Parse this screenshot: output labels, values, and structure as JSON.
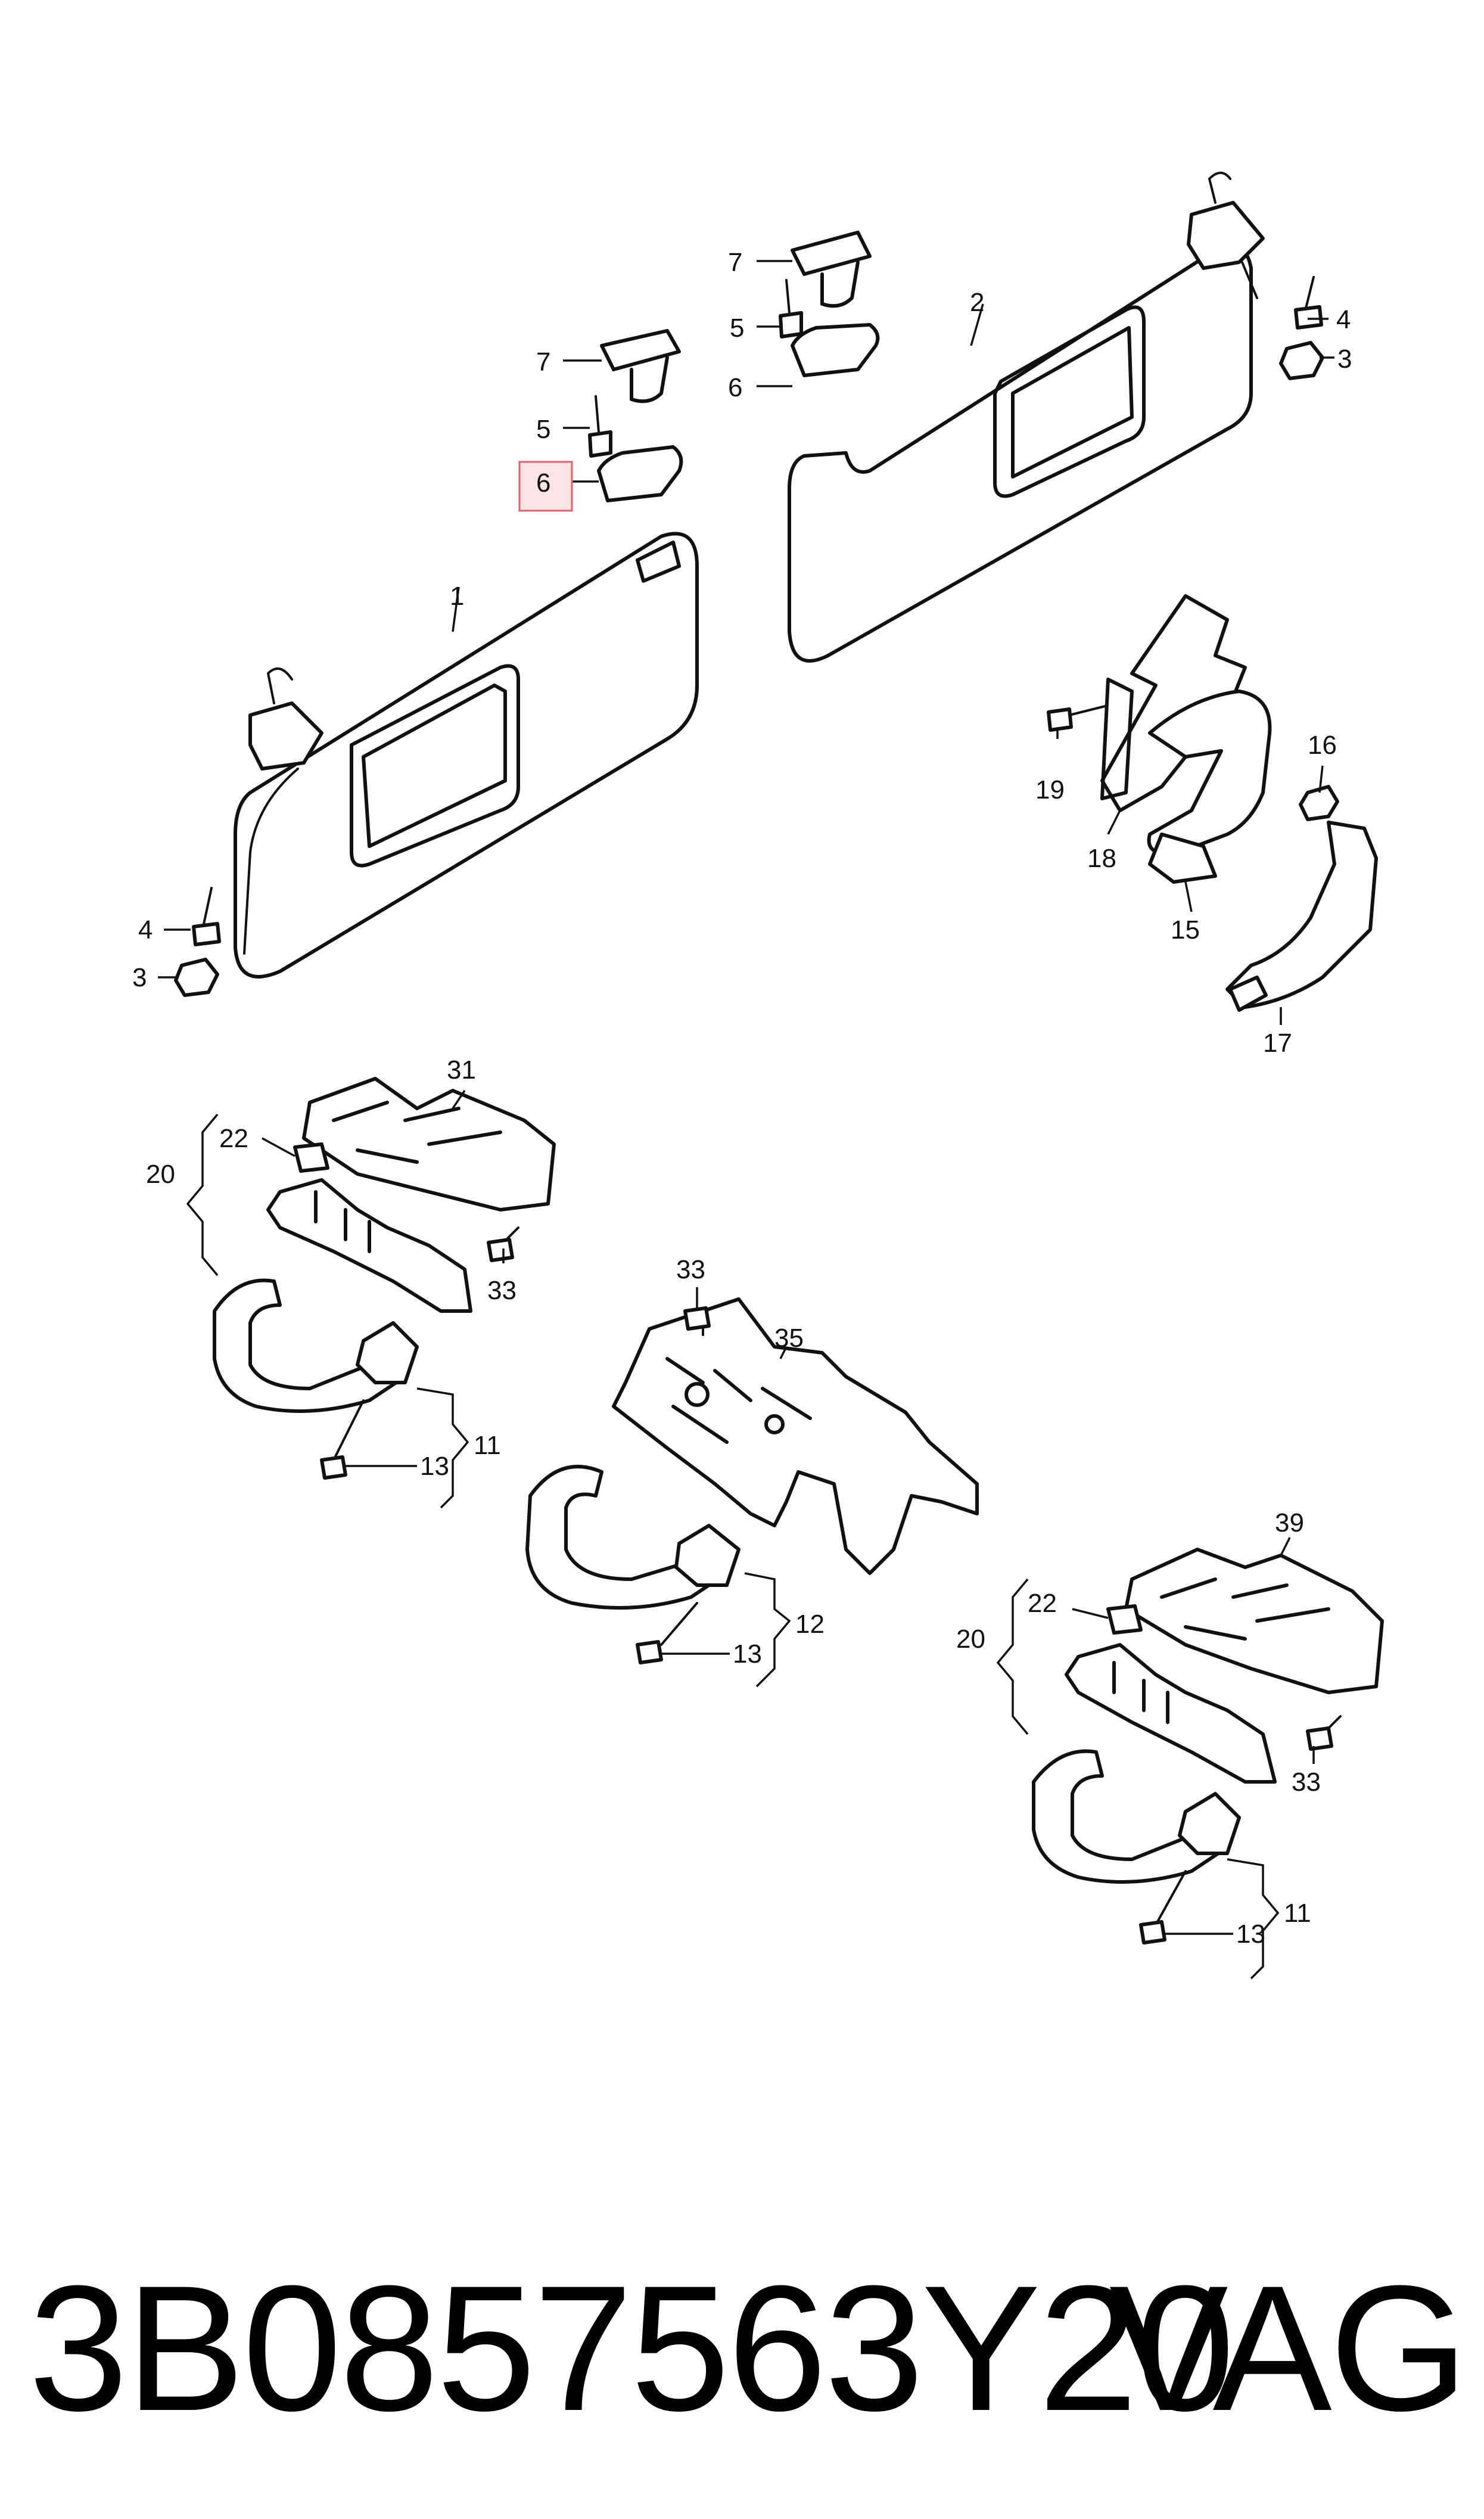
{
  "diagram": {
    "highlight_color": "#d9626e",
    "callouts": [
      "1",
      "2",
      "3",
      "4",
      "5",
      "6",
      "7",
      "11",
      "12",
      "13",
      "15",
      "16",
      "17",
      "18",
      "19",
      "20",
      "22",
      "31",
      "33",
      "35",
      "39"
    ]
  },
  "footer": {
    "part_number": "3B0857563Y20",
    "brand": "VAG"
  }
}
